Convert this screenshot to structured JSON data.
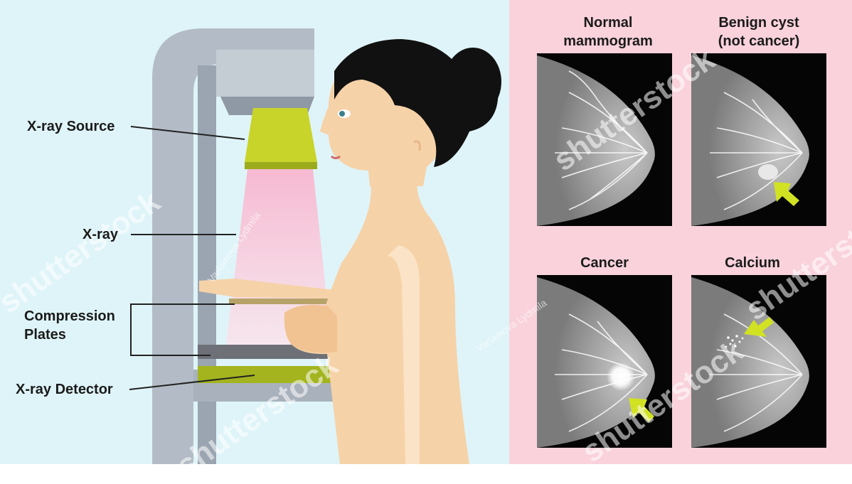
{
  "labels": {
    "xray_source": "X-ray Source",
    "xray": "X-ray",
    "compression_plates_line1": "Compression",
    "compression_plates_line2": "Plates",
    "xray_detector": "X-ray Detector"
  },
  "panels": [
    {
      "title_line1": "Normal",
      "title_line2": "mammogram"
    },
    {
      "title_line1": "Benign cyst",
      "title_line2": "(not cancer)"
    },
    {
      "title_line1": "Cancer",
      "title_line2": ""
    },
    {
      "title_line1": "Calcium",
      "title_line2": ""
    }
  ],
  "watermark": {
    "brand": "shutterstock",
    "author": "Varlamova Lydmila"
  },
  "colors": {
    "left_bg": "#dff4f8",
    "right_bg": "#f9d2dc",
    "machine": "#b3bcc6",
    "source": "#c8d42a",
    "skin": "#f6d2a8",
    "hair": "#111111",
    "arrow": "#d1e223"
  }
}
